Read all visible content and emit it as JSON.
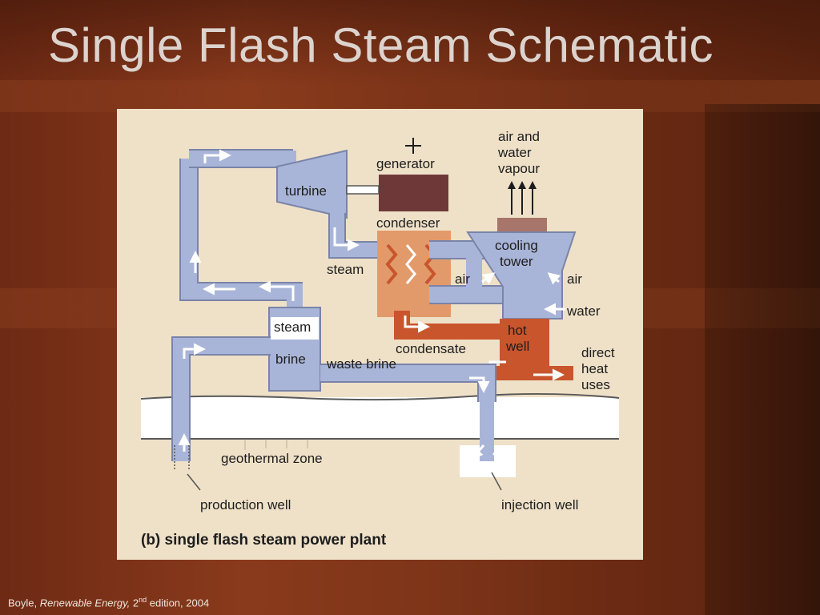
{
  "slide": {
    "title": "Single Flash Steam Schematic"
  },
  "diagram": {
    "labels": {
      "generator": "generator",
      "turbine": "turbine",
      "condenser": "condenser",
      "cooling_tower_1": "cooling",
      "cooling_tower_2": "tower",
      "air_water_vapour_1": "air and",
      "air_water_vapour_2": "water",
      "air_water_vapour_3": "vapour",
      "steam_pipe": "steam",
      "air_left": "air",
      "air_right": "air",
      "water": "water",
      "steam_separator": "steam",
      "brine": "brine",
      "condensate": "condensate",
      "hot_well_1": "hot",
      "hot_well_2": "well",
      "waste_brine": "waste brine",
      "direct_heat_uses_1": "direct",
      "direct_heat_uses_2": "heat",
      "direct_heat_uses_3": "uses",
      "geothermal_zone": "geothermal zone",
      "production_well": "production well",
      "injection_well": "injection well",
      "caption": "(b) single flash steam power plant"
    },
    "colors": {
      "steam_blue": "#a9b5d8",
      "pipe_outline": "#7a84a8",
      "condenser_orange": "#e39a6b",
      "condensate_red": "#c8552c",
      "generator_brown": "#6e3838",
      "tower_top_brown": "#a8756a",
      "panel_background": "#efe1c8"
    }
  },
  "citation": {
    "author": "Boyle, ",
    "book": "Renewable Energy,",
    "edition_number": " 2",
    "edition_suffix": "nd",
    "rest": " edition, 2004"
  }
}
